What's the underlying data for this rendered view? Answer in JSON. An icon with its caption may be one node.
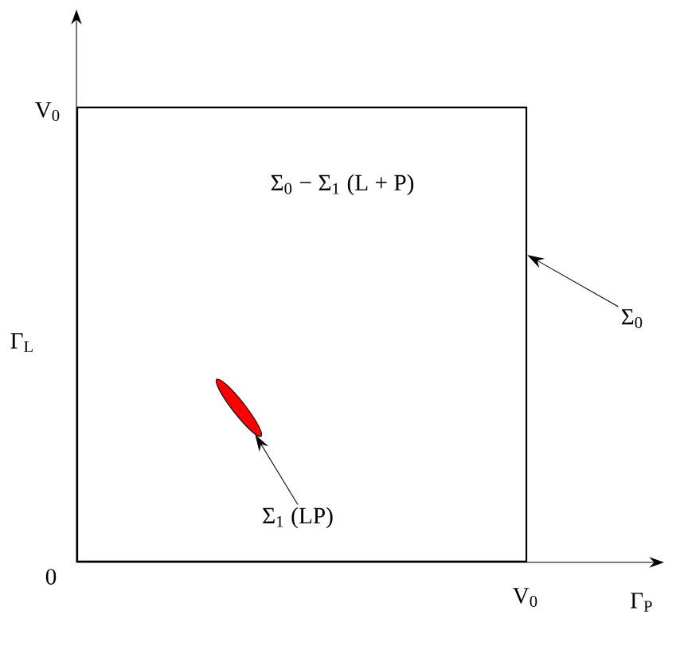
{
  "diagram": {
    "nodes": [
      {
        "text": [
          "Σ$_{0}$"
        ]
      },
      {
        "text": [
          "Σ$_{0}$ − Σ$_{1}$ (L + P)"
        ]
      },
      {
        "text": [],
        "shape": "blob",
        "in": 1
      },
      {
        "text": [
          "Σ$_{1}$ (LP)"
        ],
        "in": 1
      }
    ],
    "edges": [
      {
        "from": 0,
        "to": 1,
        "arrow": "to"
      },
      {
        "from": 3,
        "to": 2,
        "arrow": "to"
      }
    ],
    "labels": [
      "V$_{0}$",
      "Γ$_{L}$",
      "0",
      "V$_{0}$",
      "Γ$_{P}$"
    ]
  }
}
